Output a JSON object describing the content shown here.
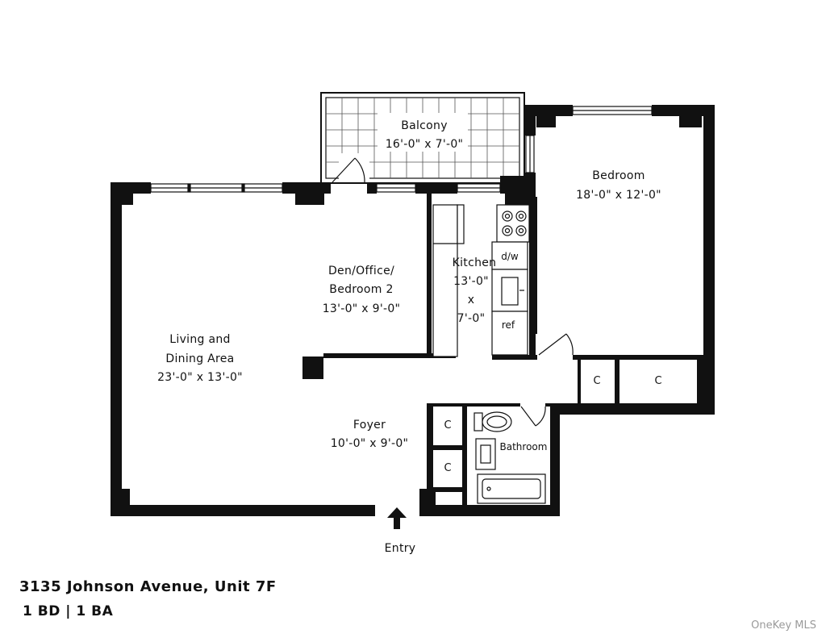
{
  "rooms": {
    "balcony": {
      "name": "Balcony",
      "dims": "16'-0\" x 7'-0\""
    },
    "bedroom": {
      "name": "Bedroom",
      "dims": "18'-0\" x 12'-0\""
    },
    "den": {
      "line1": "Den/Office/",
      "line2": "Bedroom 2",
      "dims": "13'-0\" x 9'-0\""
    },
    "kitchen": {
      "name": "Kitchen",
      "dim1": "13'-0\"",
      "x": "x",
      "dim2": "7'-0\""
    },
    "living": {
      "line1": "Living  and",
      "line2": "Dining Area",
      "dims": "23'-0\" x 13'-0\""
    },
    "foyer": {
      "name": "Foyer",
      "dims": "10'-0\" x 9'-0\""
    },
    "bathroom": {
      "name": "Bathroom"
    }
  },
  "appliances": {
    "dishwasher": "d/w",
    "refrigerator": "ref"
  },
  "closet_label": "C",
  "entry_label": "Entry",
  "footer": {
    "address": "3135 Johnson Avenue, Unit 7F",
    "specs": "1 BD | 1 BA",
    "watermark": "OneKey MLS"
  }
}
